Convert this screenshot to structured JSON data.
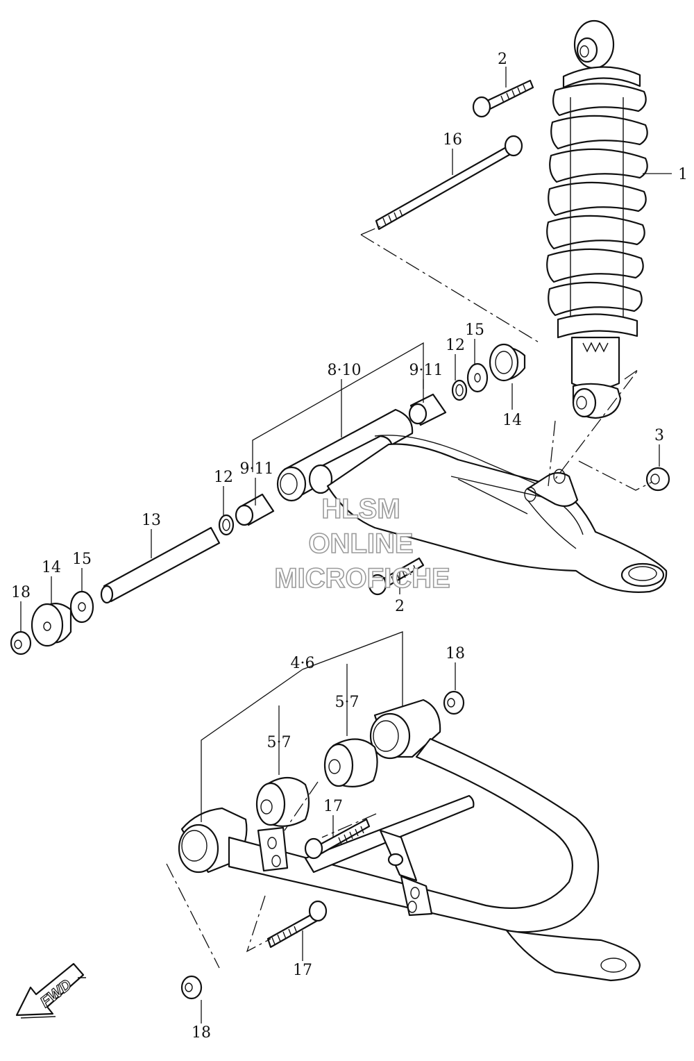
{
  "callouts": {
    "c1": "1",
    "c2a": "2",
    "c2b": "2",
    "c3": "3",
    "c4_6": "4·6",
    "c5_7a": "5·7",
    "c5_7b": "5·7",
    "c8_10": "8·10",
    "c9_11a": "9·11",
    "c9_11b": "9·11",
    "c12a": "12",
    "c12b": "12",
    "c13": "13",
    "c14a": "14",
    "c14b": "14",
    "c15a": "15",
    "c15b": "15",
    "c16": "16",
    "c17a": "17",
    "c17b": "17",
    "c18a": "18",
    "c18b": "18",
    "c18c": "18"
  },
  "watermark": {
    "line1": "HLSM",
    "line2": "ONLINE",
    "line3": "MICROFICHE"
  },
  "fwd_label": "FWD"
}
